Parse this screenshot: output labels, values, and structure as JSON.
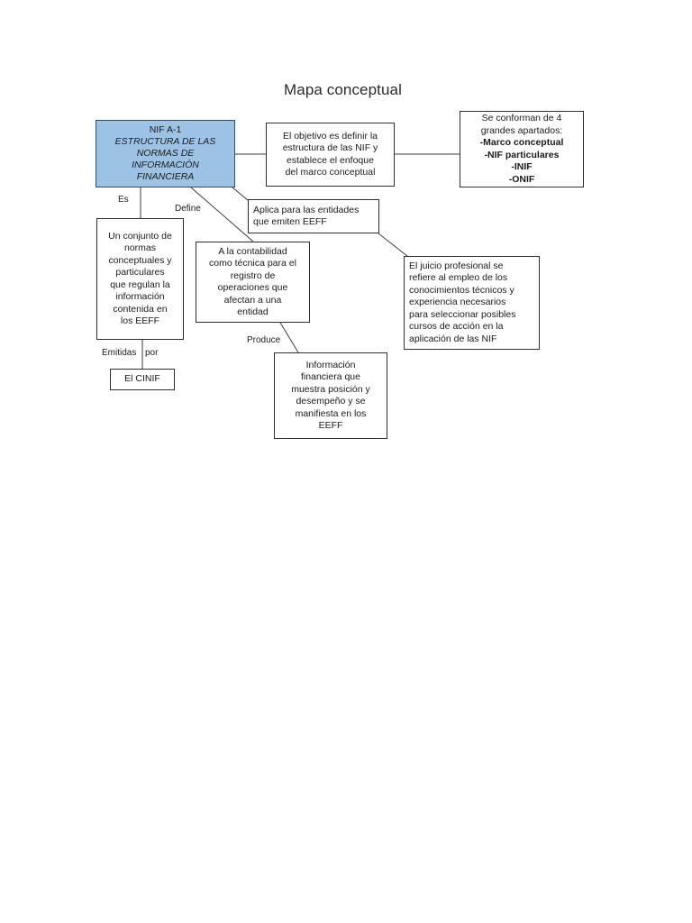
{
  "page": {
    "title": "Mapa conceptual",
    "background_color": "#ffffff",
    "line_color": "#2e2e2e",
    "accent_color": "#9cc3e5"
  },
  "nodes": {
    "root": {
      "line1": "NIF A-1",
      "line2": "ESTRUCTURA DE LAS\nNORMAS DE\nINFORMACIÓN\nFINANCIERA"
    },
    "objetivo": {
      "text": "El objetivo es definir la\nestructura de las NIF y\nestablece el enfoque\ndel  marco conceptual"
    },
    "apartados": {
      "head": "Se conforman de 4\ngrandes apartados:",
      "items": "-Marco conceptual\n-NIF particulares\n-INIF\n-ONIF"
    },
    "aplica": {
      "text": "Aplica para las entidades\nque emiten EEFF"
    },
    "conjunto": {
      "text": "Un conjunto de\nnormas\nconceptuales y\nparticulares\nque regulan la\ninformación\ncontenida en\nlos EEFF"
    },
    "contabilidad": {
      "text": "A la contabilidad\ncomo técnica para el\nregistro de\noperaciones que\nafectan a una\nentidad"
    },
    "juicio": {
      "text": "El juicio profesional se\nrefiere al empleo de los\nconocimientos técnicos y\nexperiencia necesarios\npara seleccionar posibles\ncursos de acción en la\naplicación de las NIF"
    },
    "informacion": {
      "text": "Información\nfinanciera que\nmuestra posición y\ndesempeño y se\nmanifiesta en los\nEEFF"
    },
    "cinif": {
      "text": "El CINIF"
    }
  },
  "edge_labels": {
    "es": "Es",
    "define": "Define",
    "produce": "Produce",
    "emitidas": "Emitidas",
    "por": "por"
  }
}
